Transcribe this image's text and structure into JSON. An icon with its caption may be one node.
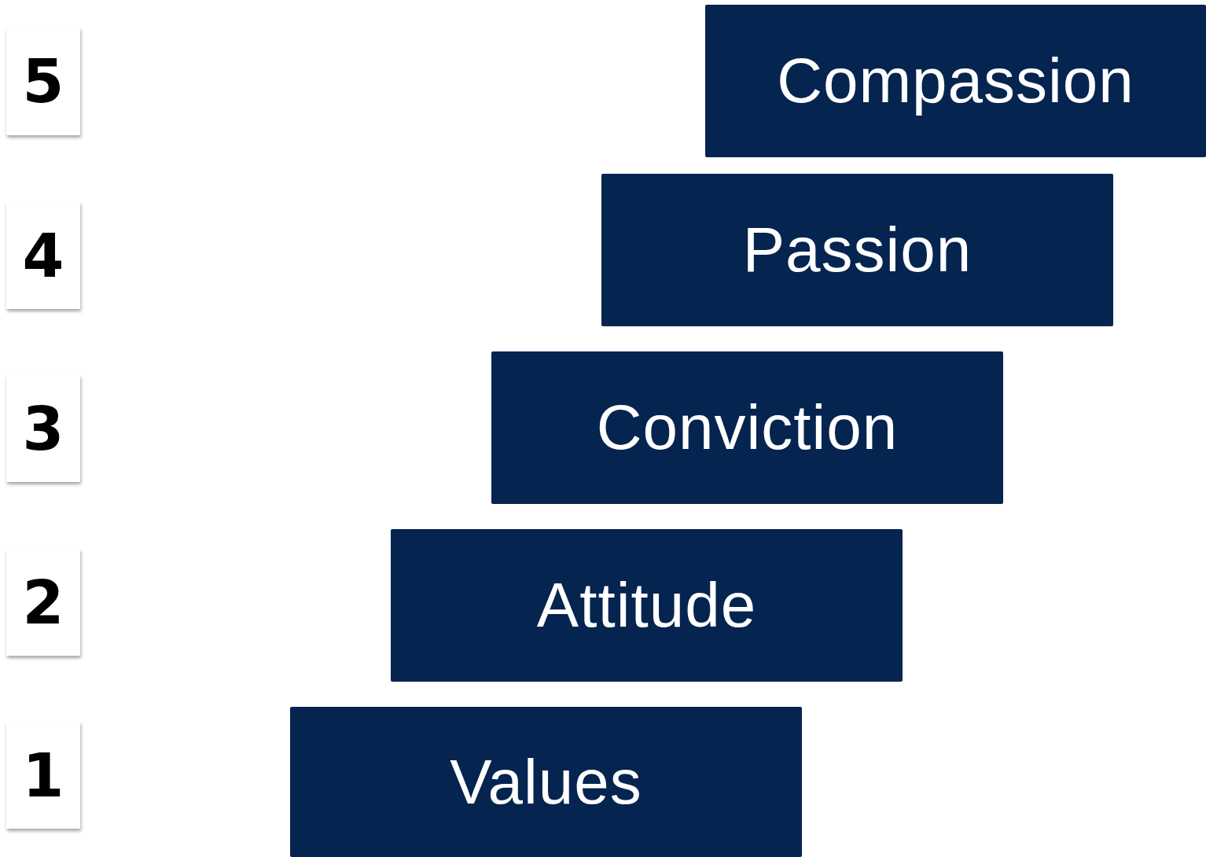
{
  "diagram": {
    "nodes": [
      {
        "text": [
          "5"
        ]
      },
      {
        "text": [
          "Compassion"
        ]
      },
      {
        "text": [
          "4"
        ]
      },
      {
        "text": [
          "Passion"
        ]
      },
      {
        "text": [
          "3"
        ]
      },
      {
        "text": [
          "Conviction"
        ]
      },
      {
        "text": [
          "2"
        ]
      },
      {
        "text": [
          "Attitude"
        ]
      },
      {
        "text": [
          "1"
        ]
      },
      {
        "text": [
          "Values"
        ]
      }
    ]
  }
}
